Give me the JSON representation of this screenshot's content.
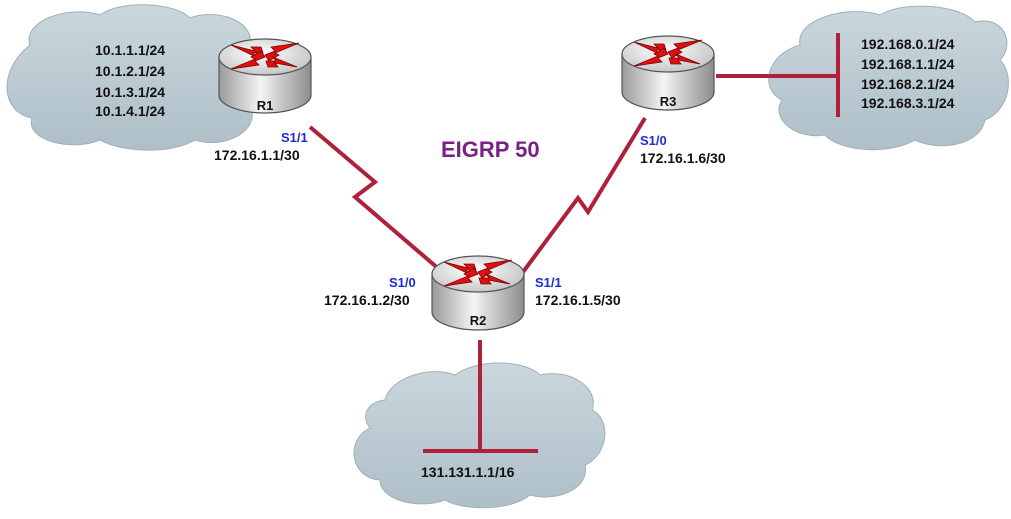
{
  "title": "EIGRP 50",
  "routers": [
    {
      "name": "R1"
    },
    {
      "name": "R2"
    },
    {
      "name": "R3"
    }
  ],
  "interfaces": {
    "r1_s11": "S1/1",
    "r1_ip": "172.16.1.1/30",
    "r2_s10": "S1/0",
    "r2_ip_left": "172.16.1.2/30",
    "r2_s11": "S1/1",
    "r2_ip_right": "172.16.1.5/30",
    "r3_s10": "S1/0",
    "r3_ip": "172.16.1.6/30"
  },
  "networks": {
    "r1_lans": [
      "10.1.1.1/24",
      "10.1.2.1/24",
      "10.1.3.1/24",
      "10.1.4.1/24"
    ],
    "r3_lans": [
      "192.168.0.1/24",
      "192.168.1.1/24",
      "192.168.2.1/24",
      "192.168.3.1/24"
    ],
    "r2_lan": "131.131.1.1/16"
  },
  "colors": {
    "link": "#b0203a",
    "cloud": "#b7c7cf",
    "router_body": "#d8d8d8",
    "arrow": "#e01010",
    "interface_text": "#1f2bd6",
    "title_text": "#7a2085"
  }
}
